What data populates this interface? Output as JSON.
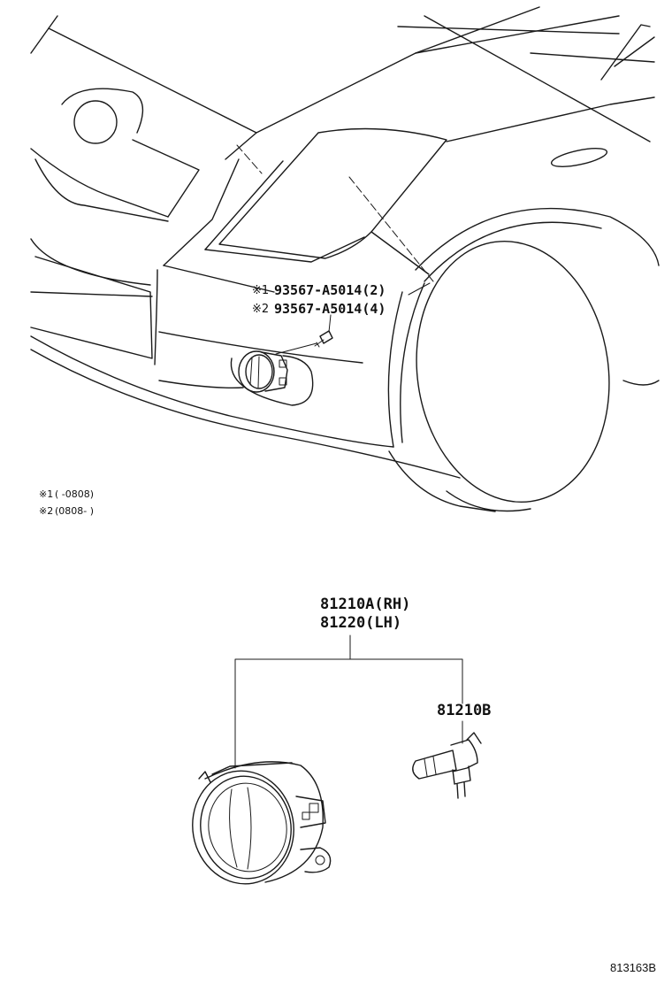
{
  "callouts": {
    "screw_1_mark": "※1",
    "screw_1_part": "93567-A5014(2)",
    "screw_2_mark": "※2",
    "screw_2_part": "93567-A5014(4)",
    "lamp_rh": "81210A(RH)",
    "lamp_lh": "81220(LH)",
    "bulb": "81210B"
  },
  "notes": {
    "note_1_mark": "※1",
    "note_1_range": "(        -0808)",
    "note_2_mark": "※2",
    "note_2_range": "(0808-        )"
  },
  "figure_id": "813163B"
}
